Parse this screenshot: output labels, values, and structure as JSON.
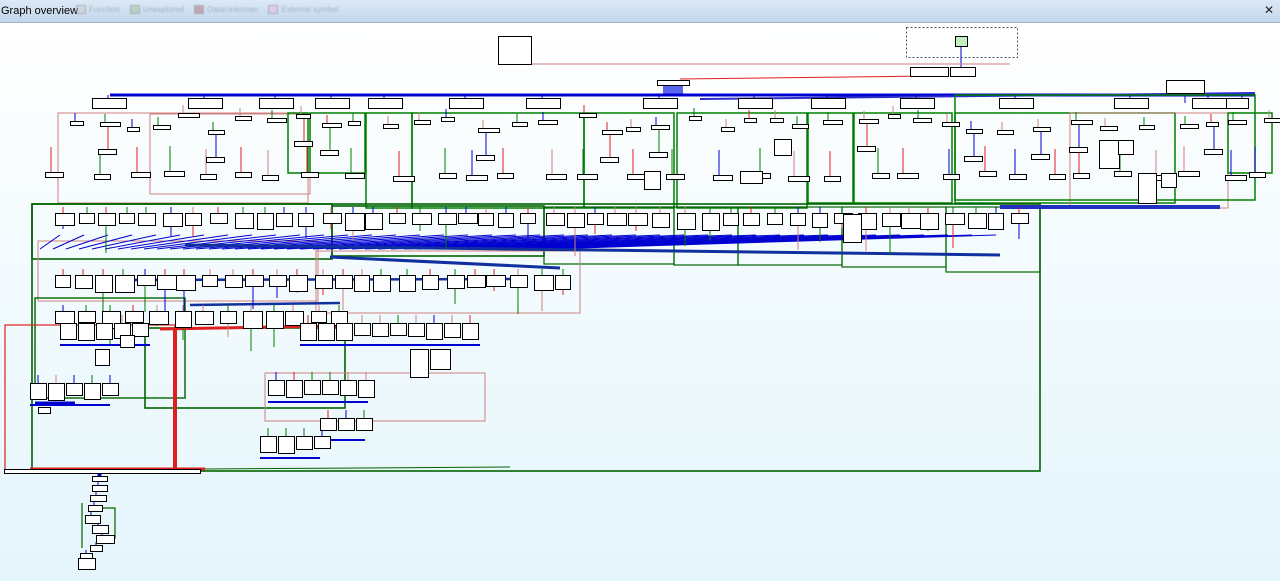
{
  "window": {
    "title": "Graph overview",
    "close_label": "✕",
    "close_icon": "close-icon"
  },
  "legend": {
    "items": [
      {
        "label": "Function",
        "color": "#cccccc"
      },
      {
        "label": "Unexplored",
        "color": "#a0c8a0"
      },
      {
        "label": "Data/unknown",
        "color": "#b07a7a"
      },
      {
        "label": "External symbol",
        "color": "#e8b8e8"
      }
    ]
  },
  "colors": {
    "edge_true": "#008000",
    "edge_false": "#e02020",
    "edge_normal": "#0000d0",
    "edge_back": "#d08080",
    "node_fill": "#ffffff",
    "node_border": "#000000",
    "entry_node_fill": "#c0f0c0"
  }
}
